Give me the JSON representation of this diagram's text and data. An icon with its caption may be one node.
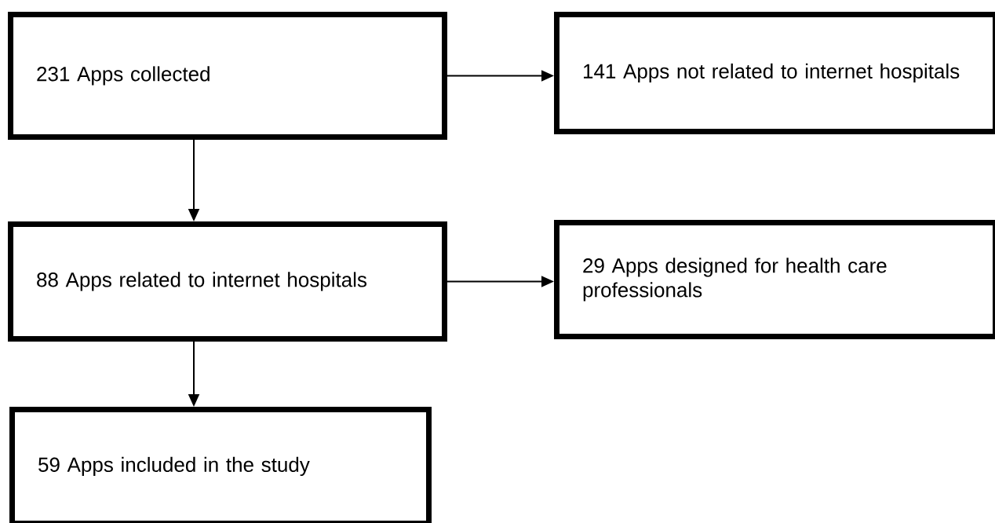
{
  "diagram": {
    "nodes": [
      {
        "text": [
          "231 Apps collected"
        ]
      },
      {
        "text": [
          "141 Apps not related to internet hospitals"
        ]
      },
      {
        "text": [
          "88 Apps related to internet hospitals"
        ]
      },
      {
        "text": [
          "29 Apps designed for health care professionals"
        ]
      },
      {
        "text": [
          "59 Apps included in the study"
        ]
      }
    ],
    "edges": [
      {
        "from": 0,
        "to": 1,
        "arrow": "to"
      },
      {
        "from": 0,
        "to": 2,
        "arrow": "to"
      },
      {
        "from": 2,
        "to": 3,
        "arrow": "to"
      },
      {
        "from": 2,
        "to": 4,
        "arrow": "to"
      }
    ]
  }
}
